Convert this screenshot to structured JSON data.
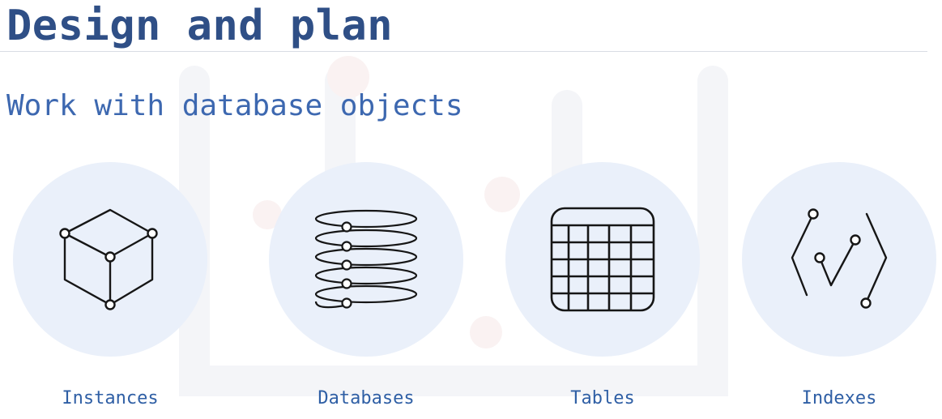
{
  "header": {
    "title": "Design and plan"
  },
  "main": {
    "subtitle": "Work with database objects",
    "items": [
      {
        "label": "Instances",
        "icon": "cube-icon"
      },
      {
        "label": "Databases",
        "icon": "database-stack-icon"
      },
      {
        "label": "Tables",
        "icon": "table-grid-icon"
      },
      {
        "label": "Indexes",
        "icon": "index-code-icon"
      }
    ]
  },
  "colors": {
    "title": "#2f4f86",
    "subtitle": "#3d68b0",
    "label": "#2f5fa5",
    "circle": "#e8effa",
    "icon_stroke": "#161616"
  }
}
